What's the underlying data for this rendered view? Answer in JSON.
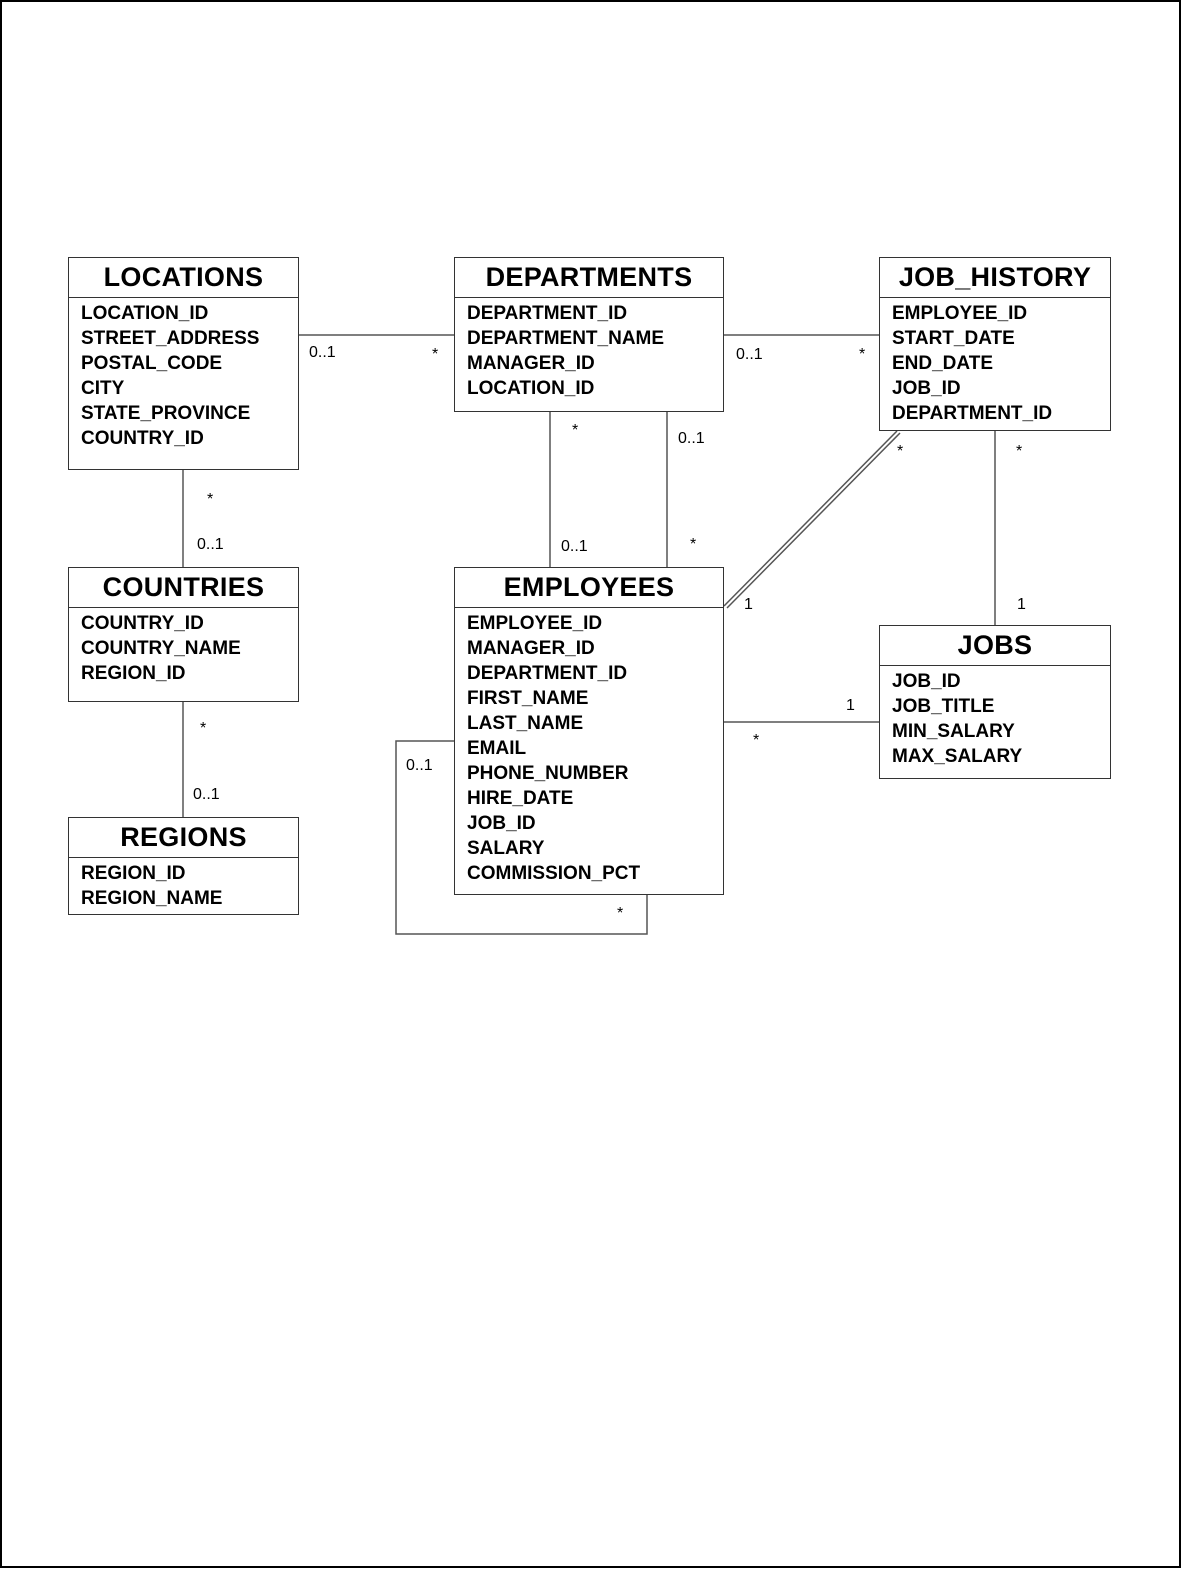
{
  "entities": {
    "locations": {
      "title": "LOCATIONS",
      "fields": [
        "LOCATION_ID",
        "STREET_ADDRESS",
        "POSTAL_CODE",
        "CITY",
        "STATE_PROVINCE",
        "COUNTRY_ID"
      ]
    },
    "departments": {
      "title": "DEPARTMENTS",
      "fields": [
        "DEPARTMENT_ID",
        "DEPARTMENT_NAME",
        "MANAGER_ID",
        "LOCATION_ID"
      ]
    },
    "job_history": {
      "title": "JOB_HISTORY",
      "fields": [
        "EMPLOYEE_ID",
        "START_DATE",
        "END_DATE",
        "JOB_ID",
        "DEPARTMENT_ID"
      ]
    },
    "countries": {
      "title": "COUNTRIES",
      "fields": [
        "COUNTRY_ID",
        "COUNTRY_NAME",
        "REGION_ID"
      ]
    },
    "employees": {
      "title": "EMPLOYEES",
      "fields": [
        "EMPLOYEE_ID",
        "MANAGER_ID",
        "DEPARTMENT_ID",
        "FIRST_NAME",
        "LAST_NAME",
        "EMAIL",
        "PHONE_NUMBER",
        "HIRE_DATE",
        "JOB_ID",
        "SALARY",
        "COMMISSION_PCT"
      ]
    },
    "jobs": {
      "title": "JOBS",
      "fields": [
        "JOB_ID",
        "JOB_TITLE",
        "MIN_SALARY",
        "MAX_SALARY"
      ]
    },
    "regions": {
      "title": "REGIONS",
      "fields": [
        "REGION_ID",
        "REGION_NAME"
      ]
    }
  },
  "relationships": {
    "locations_departments": {
      "locations_end": "0..1",
      "departments_end": "*"
    },
    "departments_job_history": {
      "departments_end": "0..1",
      "job_history_end": "*"
    },
    "locations_countries": {
      "locations_end": "*",
      "countries_end": "0..1"
    },
    "countries_regions": {
      "countries_end": "*",
      "regions_end": "0..1"
    },
    "departments_employees_a": {
      "departments_end": "*",
      "employees_end": "0..1"
    },
    "departments_employees_b": {
      "departments_end": "0..1",
      "employees_end": "*"
    },
    "job_history_employees": {
      "job_history_end": "*",
      "employees_end": "1"
    },
    "job_history_jobs": {
      "job_history_end": "*",
      "jobs_end": "1"
    },
    "employees_jobs": {
      "employees_end": "*",
      "jobs_end": "1"
    },
    "employees_self": {
      "manager_end": "0..1",
      "report_end": "*"
    }
  }
}
